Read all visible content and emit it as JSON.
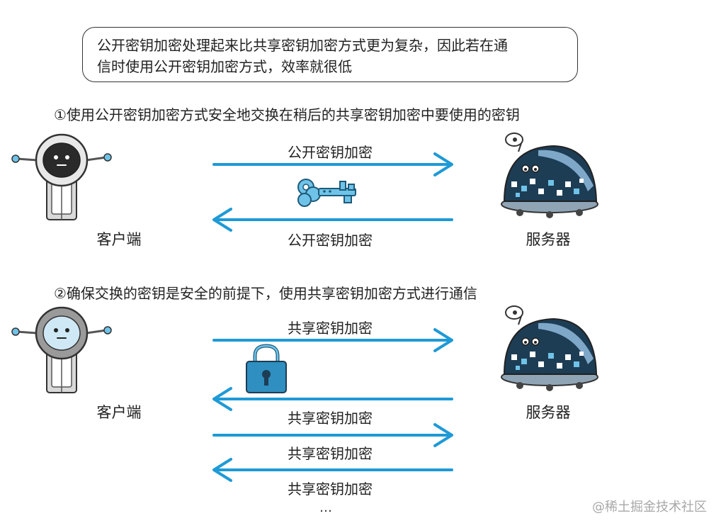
{
  "note": {
    "line1": "公开密钥加密处理起来比共享密钥加密方式更为复杂，因此若在通",
    "line2": "信时使用公开密钥加密方式，效率就很低"
  },
  "step1": {
    "title": "①使用公开密钥加密方式安全地交换在稍后的共享密钥加密中要使用的密钥",
    "arrow_to_server": "公开密钥加密",
    "arrow_to_client": "公开密钥加密",
    "payload_icon": "key-icon"
  },
  "step2": {
    "title": "②确保交换的密钥是安全的前提下，使用共享密钥加密方式进行通信",
    "messages": [
      "共享密钥加密",
      "共享密钥加密",
      "共享密钥加密",
      "共享密钥加密"
    ],
    "payload_icon": "padlock-icon",
    "ellipsis": "…"
  },
  "nodes": {
    "client": "客户端",
    "server": "服务器"
  },
  "watermark": "@稀土掘金技术社区",
  "colors": {
    "arrow": "#1e9ad6",
    "robot_dark": "#2a2a2a",
    "key": "#6fc3e8",
    "lock": "#2f8fc0"
  }
}
